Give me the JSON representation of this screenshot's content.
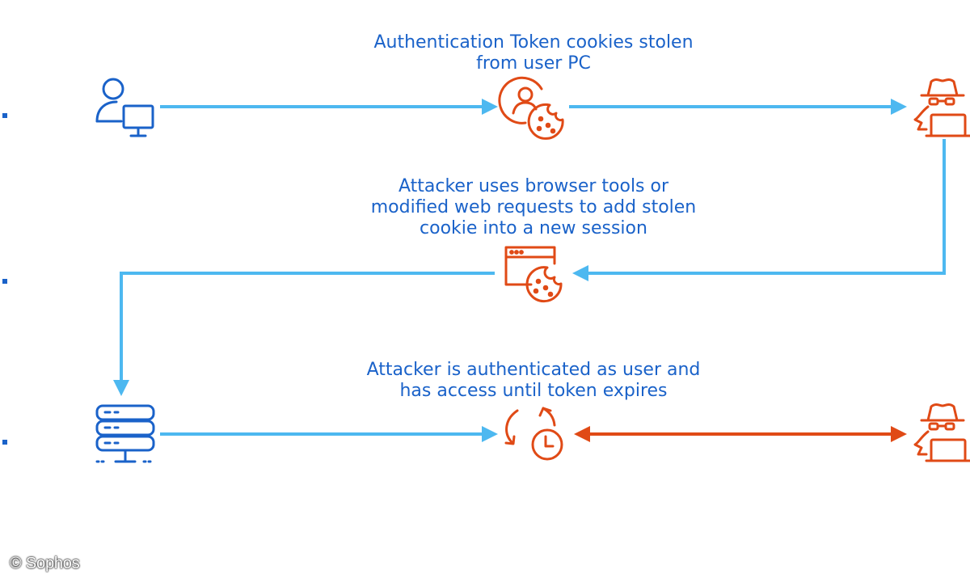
{
  "captions": {
    "step1": [
      "Authentication Token cookies stolen",
      "from user PC"
    ],
    "step2": [
      "Attacker uses browser tools or",
      "modified web requests to add stolen",
      "cookie into a new session"
    ],
    "step3": [
      "Attacker is authenticated as user and",
      "has access until token expires"
    ]
  },
  "icons": {
    "user_pc": "user-pc-icon",
    "cookie_user": "user-cookie-icon",
    "hacker_top": "hacker-icon",
    "browser_cookie": "browser-cookie-icon",
    "server": "server-icon",
    "clock_refresh": "clock-refresh-icon",
    "hacker_bottom": "hacker-icon"
  },
  "colors": {
    "blue_icon": "#1a62c9",
    "blue_arrow": "#4db8f0",
    "orange": "#e04a16",
    "text": "#1a62c9"
  },
  "copyright": "© Sophos"
}
